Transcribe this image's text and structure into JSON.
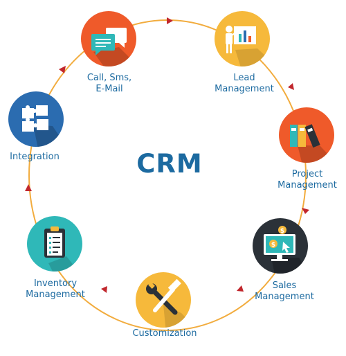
{
  "center_title": "CRM",
  "colors": {
    "ring": "#f2ac3e",
    "arrow": "#c1272d",
    "label": "#1c6aa0",
    "call": "#ef5a2a",
    "lead": "#f6b93b",
    "project": "#ef5a2a",
    "sales": "#2b3138",
    "customization": "#f6b93b",
    "inventory": "#2fb8b8",
    "integration": "#2b6cb0"
  },
  "nodes": [
    {
      "id": "call",
      "icon": "chat-bubbles-icon",
      "lines": [
        "Call, Sms,",
        "E-Mail"
      ]
    },
    {
      "id": "lead",
      "icon": "presenter-chart-icon",
      "lines": [
        "Lead",
        "Management"
      ]
    },
    {
      "id": "project",
      "icon": "binders-icon",
      "lines": [
        "Project",
        "Management"
      ]
    },
    {
      "id": "sales",
      "icon": "monitor-dollar-icon",
      "lines": [
        "Sales",
        "Management"
      ]
    },
    {
      "id": "customization",
      "icon": "wrench-hammer-icon",
      "lines": [
        "Customization"
      ]
    },
    {
      "id": "inventory",
      "icon": "clipboard-checklist-icon",
      "lines": [
        "Inventory",
        "Management"
      ]
    },
    {
      "id": "integration",
      "icon": "puzzle-pieces-icon",
      "lines": [
        "Integration"
      ]
    }
  ]
}
